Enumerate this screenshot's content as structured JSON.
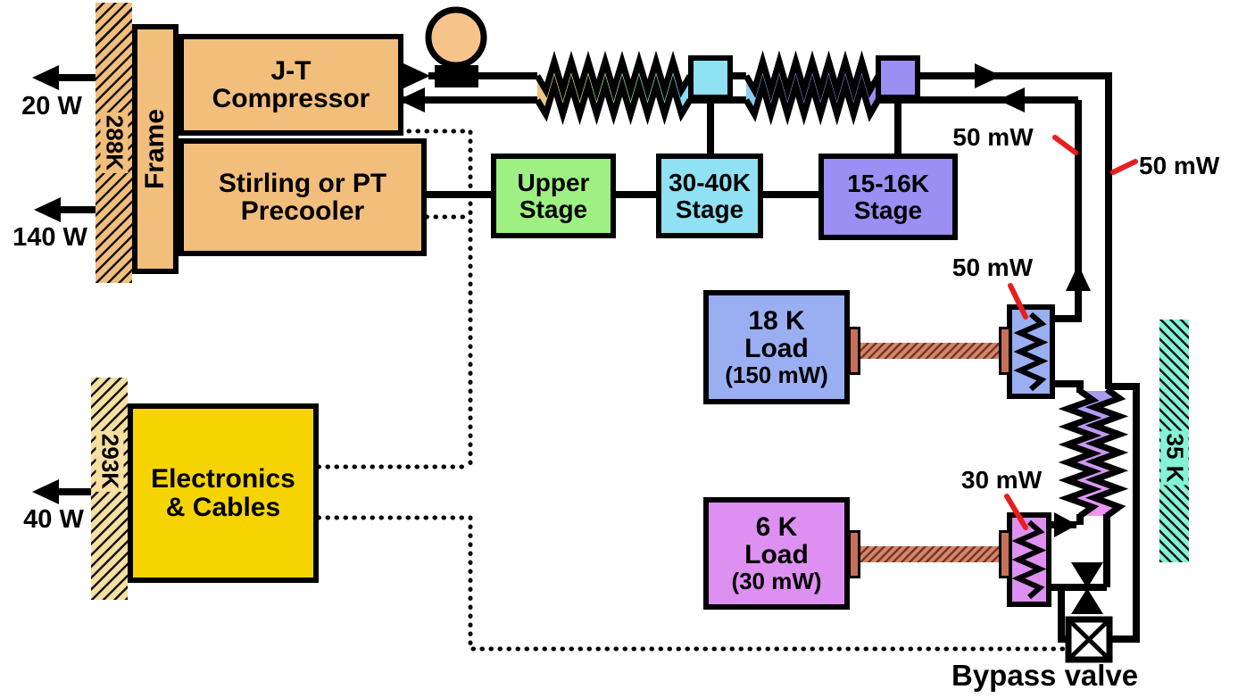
{
  "boxes": {
    "frame": {
      "label": "Frame"
    },
    "compressor": {
      "l1": "J-T",
      "l2": "Compressor"
    },
    "precooler": {
      "l1": "Stirling or PT",
      "l2": "Precooler"
    },
    "upper_stage": {
      "l1": "Upper",
      "l2": "Stage"
    },
    "stage_30_40k": {
      "l1": "30-40K",
      "l2": "Stage"
    },
    "stage_15_16k": {
      "l1": "15-16K",
      "l2": "Stage"
    },
    "load_18k": {
      "l1": "18 K",
      "l2": "Load",
      "l3": "(150 mW)"
    },
    "load_6k": {
      "l1": "6 K",
      "l2": "Load",
      "l3": "(30 mW)"
    },
    "electronics": {
      "l1": "Electronics",
      "l2": "& Cables"
    }
  },
  "temperatures": {
    "wall_upper": "288K",
    "wall_lower": "293K",
    "shield_right": "35 K"
  },
  "heat_rejection": {
    "compressor": "20 W",
    "precooler": "140 W",
    "electronics": "40 W"
  },
  "parasitic_loads": {
    "return_line": "50 mW",
    "supply_line": "50 mW",
    "hx_18k": "50 mW",
    "hx_6k": "30 mW"
  },
  "valve_label": {
    "bypass": "Bypass valve"
  },
  "colors": {
    "housing_orange": "#F2BE7C",
    "wall_288_base": "#F2BE7C",
    "wall_293_base": "#F6DFA0",
    "stage_upper_green": "#9EF083",
    "stage_30_40_cyan": "#8FE1F3",
    "stage_15_16_purple": "#9C8EF2",
    "load_18k_blue": "#9AAEF2",
    "load_6k_violet": "#DE90F2",
    "electronics_yellow": "#F5D402",
    "shield_35k_teal": "#84F2D4",
    "strap_brown": "#C4705A",
    "leader_red": "#E81E1E",
    "line_black": "#000000"
  }
}
